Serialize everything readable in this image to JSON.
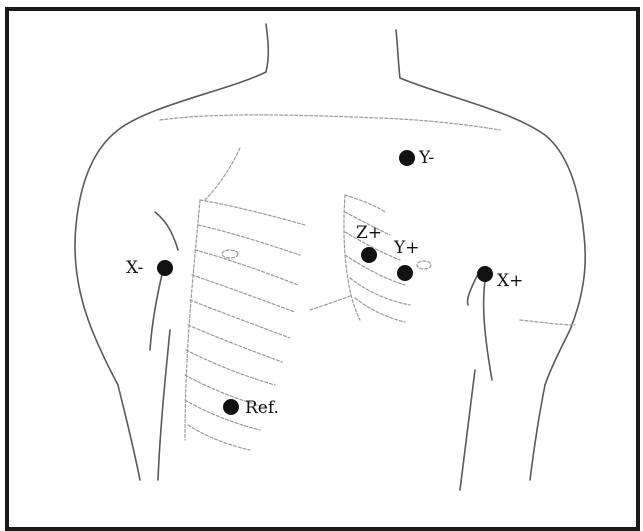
{
  "figure": {
    "type": "electrode placement diagram on chest outline",
    "colors": {
      "outline": "#5a5a5a",
      "ribs": "#9a9a9a",
      "electrode": "#111111",
      "frame": "#1a1a1a"
    }
  },
  "electrodes": [
    {
      "id": "y-minus",
      "label": "Y-"
    },
    {
      "id": "z-plus",
      "label": "Z+"
    },
    {
      "id": "y-plus",
      "label": "Y+"
    },
    {
      "id": "x-minus",
      "label": "X-"
    },
    {
      "id": "x-plus",
      "label": "X+"
    },
    {
      "id": "ref",
      "label": "Ref."
    }
  ]
}
